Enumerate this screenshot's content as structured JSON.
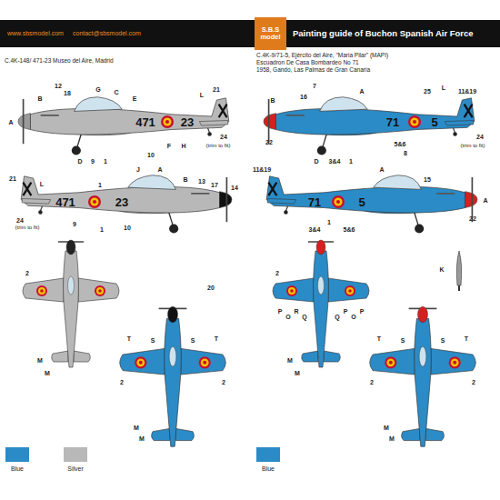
{
  "diagram": {
    "title": "Painting guide of Buchon Spanish Air Force",
    "nodes": [
      {
        "text": [
          "www.sbsmodel.com",
          "contact@sbsmodel.com"
        ]
      },
      {
        "text": [
          "S.B.S model"
        ],
        "in": 0
      }
    ],
    "labels": [
      "C.4K-148/ 471-23 Museo del Aire, Madrid",
      "C.4K-9/71-5, Ejército del Aire, \"Maria Pilar\" (MAPI)",
      "Escuadron De Casa Bombardeo No 71",
      "1958, Gando, Las Palmas de Gran Canaria",
      "12",
      "B",
      "18",
      "A",
      "G",
      "C",
      "E",
      "L",
      "21",
      "471",
      "23",
      "D",
      "9",
      "1",
      "10",
      "F",
      "H",
      "24",
      "(trim to fit)",
      "21",
      "L",
      "1",
      "J",
      "A",
      "B",
      "13",
      "17",
      "14",
      "24",
      "(trim to fit)",
      "9",
      "1",
      "10",
      "471",
      "23",
      "2",
      "M",
      "M",
      "20",
      "T",
      "S",
      "S",
      "T",
      "2",
      "2",
      "M",
      "M",
      "7",
      "B",
      "16",
      "A",
      "25",
      "L",
      "11&19",
      "71",
      "5",
      "24",
      "(trim to fit)",
      "22",
      "D",
      "3&4",
      "1",
      "5&6",
      "8",
      "11&19",
      "A",
      "15",
      "71",
      "5",
      "1",
      "3&4",
      "5&6",
      "22",
      "A",
      "2",
      "P",
      "O",
      "R",
      "Q",
      "Q",
      "P",
      "O",
      "P",
      "M",
      "M",
      "T",
      "S",
      "S",
      "T",
      "2",
      "2",
      "M",
      "M",
      "K"
    ],
    "legend": [
      {
        "text": "Blue",
        "color": "#2b8bc6"
      },
      {
        "text": "Silver",
        "color": "#b8b8b8"
      },
      {
        "text": "Blue",
        "color": "#2b8bc6"
      }
    ]
  }
}
